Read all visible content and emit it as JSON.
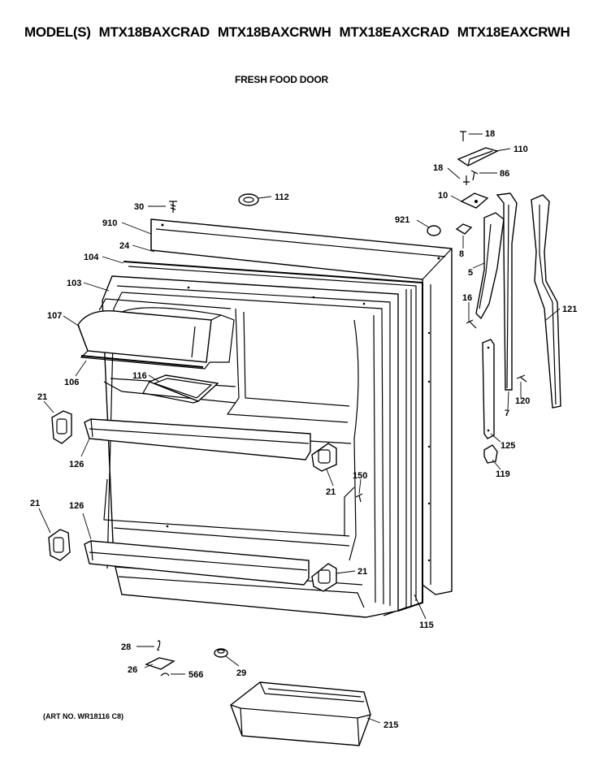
{
  "header": {
    "prefix": "MODEL(S)",
    "models": [
      "MTX18BAXCRAD",
      "MTX18BAXCRWH",
      "MTX18EAXCRAD",
      "MTX18EAXCRWH"
    ],
    "subtitle": "FRESH FOOD DOOR"
  },
  "footer": {
    "art_number": "(ART NO. WR18116 C8)"
  },
  "callouts": {
    "p18a": "18",
    "p110": "110",
    "p18b": "18",
    "p86": "86",
    "p10": "10",
    "p30": "30",
    "p112": "112",
    "p910": "910",
    "p921": "921",
    "p8": "8",
    "p24": "24",
    "p104": "104",
    "p5": "5",
    "p103": "103",
    "p16": "16",
    "p121": "121",
    "p107": "107",
    "p116": "116",
    "p106": "106",
    "p120": "120",
    "p7": "7",
    "p21a": "21",
    "p125": "125",
    "p126a": "126",
    "p119": "119",
    "p150": "150",
    "p21b": "21",
    "p21c": "21",
    "p126b": "126",
    "p21d": "21",
    "p115": "115",
    "p28": "28",
    "p26": "26",
    "p566": "566",
    "p29": "29",
    "p215": "215"
  }
}
